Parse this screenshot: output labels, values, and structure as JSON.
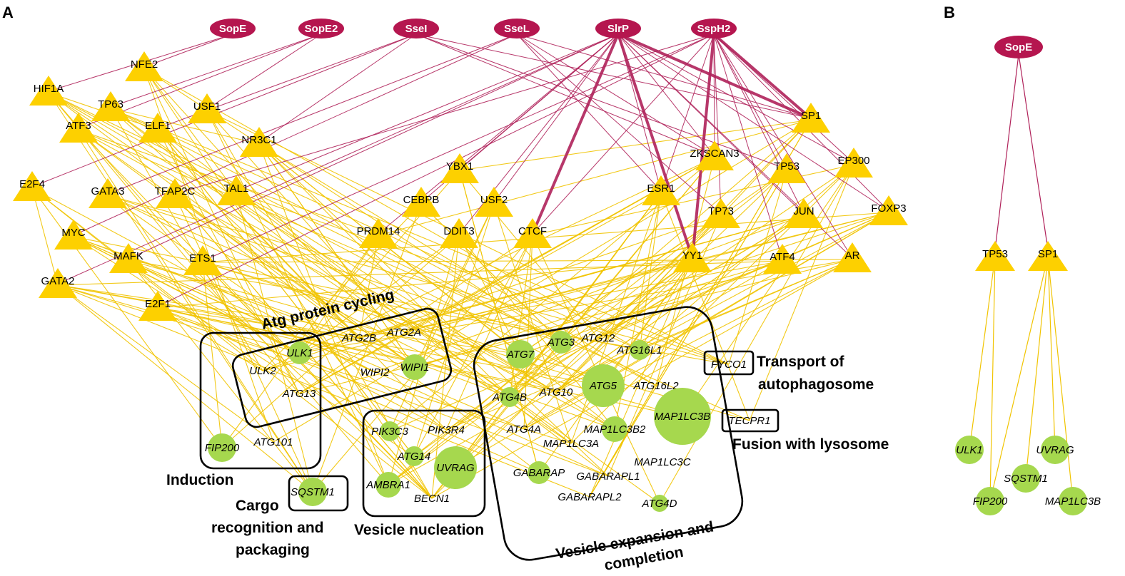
{
  "panels": [
    {
      "label": "A"
    },
    {
      "label": "B"
    }
  ],
  "colors": {
    "effector": "#b5164f",
    "effector_edge": "#b0225a",
    "tf": "#fdd000",
    "tf_edge": "#f1c400",
    "gene": "#a6d84e",
    "box": "#000000"
  },
  "effectors": [
    "SopE",
    "SopE2",
    "SseI",
    "SseL",
    "SlrP",
    "SspH2"
  ],
  "tfs": [
    "NFE2",
    "HIF1A",
    "TP63",
    "USF1",
    "ATF3",
    "ELF1",
    "NR3C1",
    "E2F4",
    "GATA3",
    "TFAP2C",
    "TAL1",
    "MYC",
    "MAFK",
    "ETS1",
    "GATA2",
    "E2F1",
    "YBX1",
    "CEBPB",
    "USF2",
    "PRDM14",
    "DDIT3",
    "CTCF",
    "ZKSCAN3",
    "SP1",
    "TP53",
    "EP300",
    "ESR1",
    "TP73",
    "JUN",
    "FOXP3",
    "YY1",
    "ATF4",
    "AR"
  ],
  "genes": [
    "ULK1",
    "ULK2",
    "ATG13",
    "FIP200",
    "ATG101",
    "ATG2B",
    "ATG2A",
    "WIPI2",
    "WIPI1",
    "SQSTM1",
    "PIK3C3",
    "PIK3R4",
    "ATG14",
    "UVRAG",
    "AMBRA1",
    "BECN1",
    "ATG7",
    "ATG3",
    "ATG12",
    "ATG16L1",
    "ATG5",
    "ATG16L2",
    "ATG4B",
    "ATG10",
    "MAP1LC3B",
    "ATG4A",
    "MAP1LC3B2",
    "MAP1LC3A",
    "MAP1LC3C",
    "GABARAP",
    "GABARAPL1",
    "GABARAPL2",
    "ATG4D",
    "FYCO1",
    "TECPR1"
  ],
  "groups": {
    "atg_cycling": "Atg protein cycling",
    "induction": "Induction",
    "cargo_1": "Cargo",
    "cargo_2": "recognition and",
    "cargo_3": "packaging",
    "nucleation": "Vesicle nucleation",
    "expansion_1": "Vesicle expansion and",
    "expansion_2": "completion",
    "transport_1": "Transport of",
    "transport_2": "autophagosome",
    "fusion": "Fusion with lysosome"
  },
  "panel_b": {
    "effectors": [
      "SopE"
    ],
    "tfs": [
      "TP53",
      "SP1"
    ],
    "genes": [
      "ULK1",
      "UVRAG",
      "SQSTM1",
      "FIP200",
      "MAP1LC3B"
    ]
  }
}
